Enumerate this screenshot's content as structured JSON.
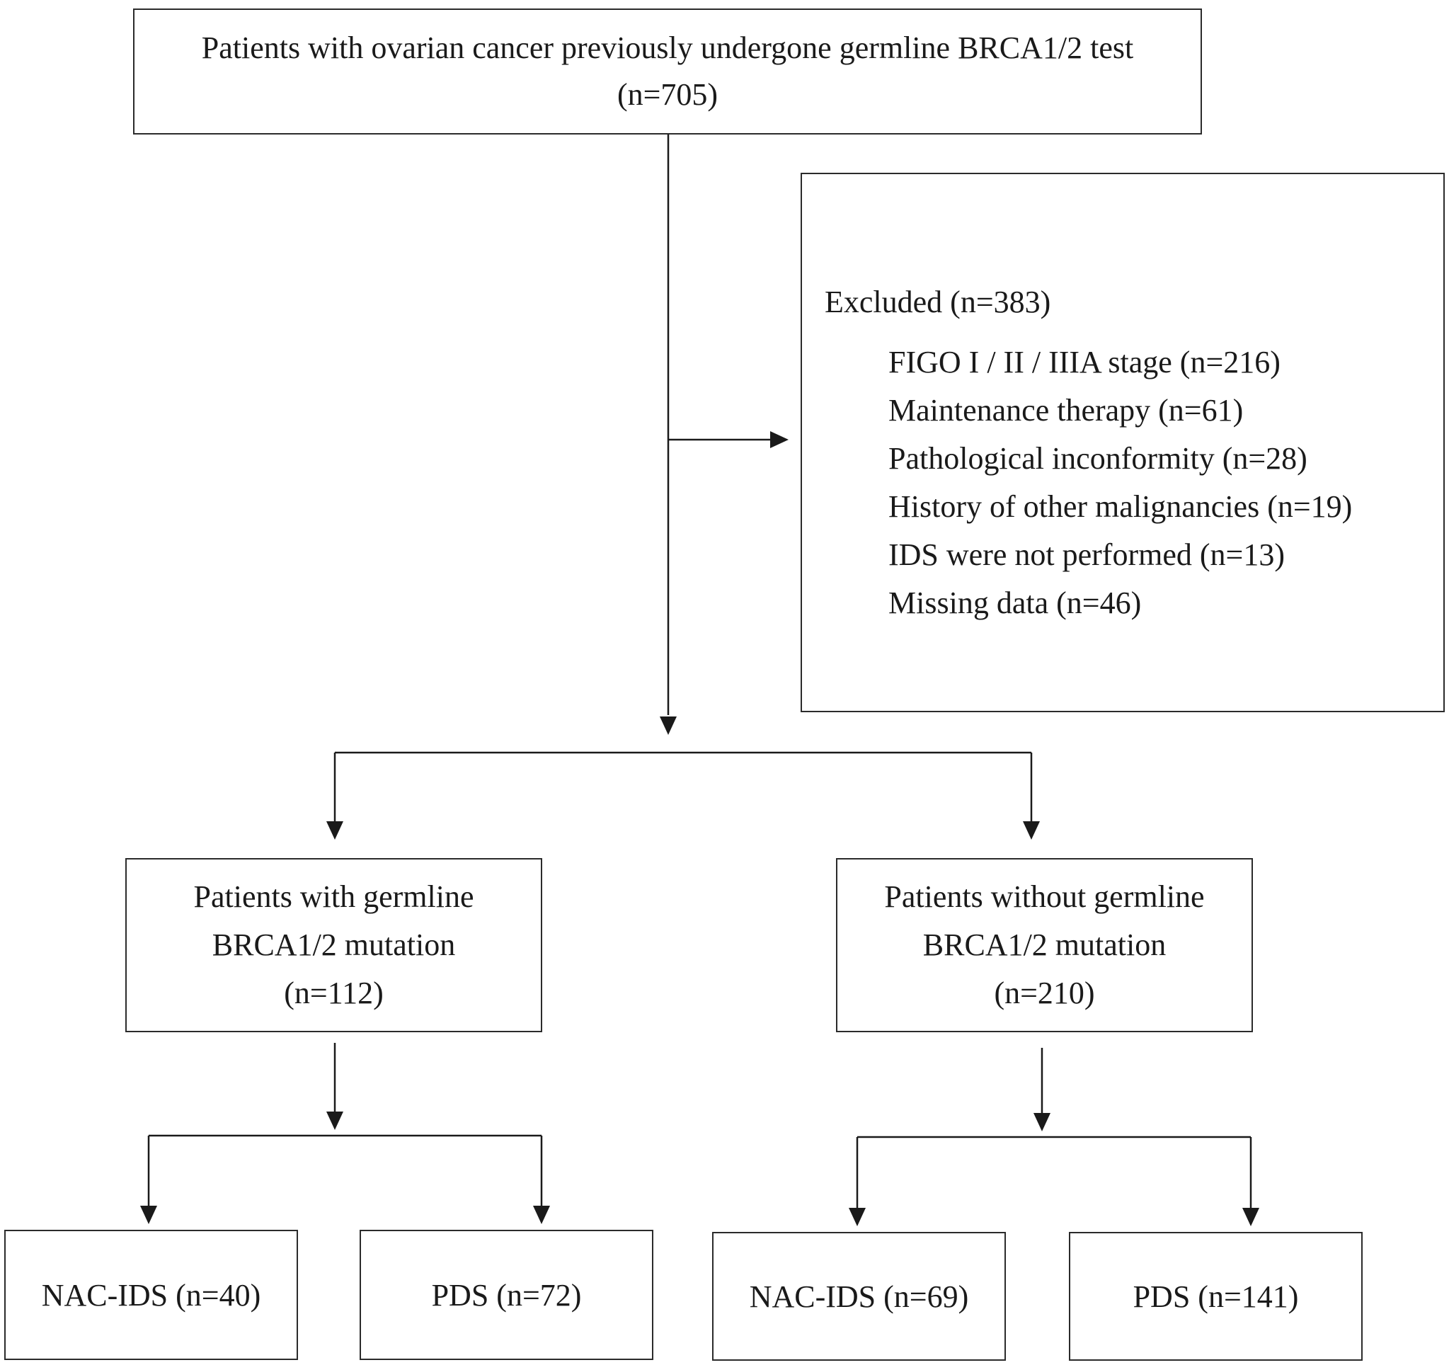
{
  "top_box": {
    "line1": "Patients with ovarian cancer previously undergone germline BRCA1/2 test",
    "line2": "(n=705)"
  },
  "excluded_box": {
    "title": "Excluded (n=383)",
    "items": [
      "FIGO I / II / IIIA stage (n=216)",
      "Maintenance therapy (n=61)",
      "Pathological inconformity (n=28)",
      "History of other malignancies (n=19)",
      "IDS were not performed (n=13)",
      "Missing data (n=46)"
    ]
  },
  "with_mutation_box": {
    "line1": "Patients with germline",
    "line2": "BRCA1/2 mutation",
    "line3": "(n=112)"
  },
  "without_mutation_box": {
    "line1": "Patients without germline",
    "line2": "BRCA1/2 mutation",
    "line3": "(n=210)"
  },
  "leaves": {
    "with_nac_ids": "NAC-IDS (n=40)",
    "with_pds": "PDS (n=72)",
    "without_nac_ids": "NAC-IDS (n=69)",
    "without_pds": "PDS (n=141)"
  },
  "colors": {
    "line": "#1a1a1a",
    "border": "#2b2b2b"
  }
}
